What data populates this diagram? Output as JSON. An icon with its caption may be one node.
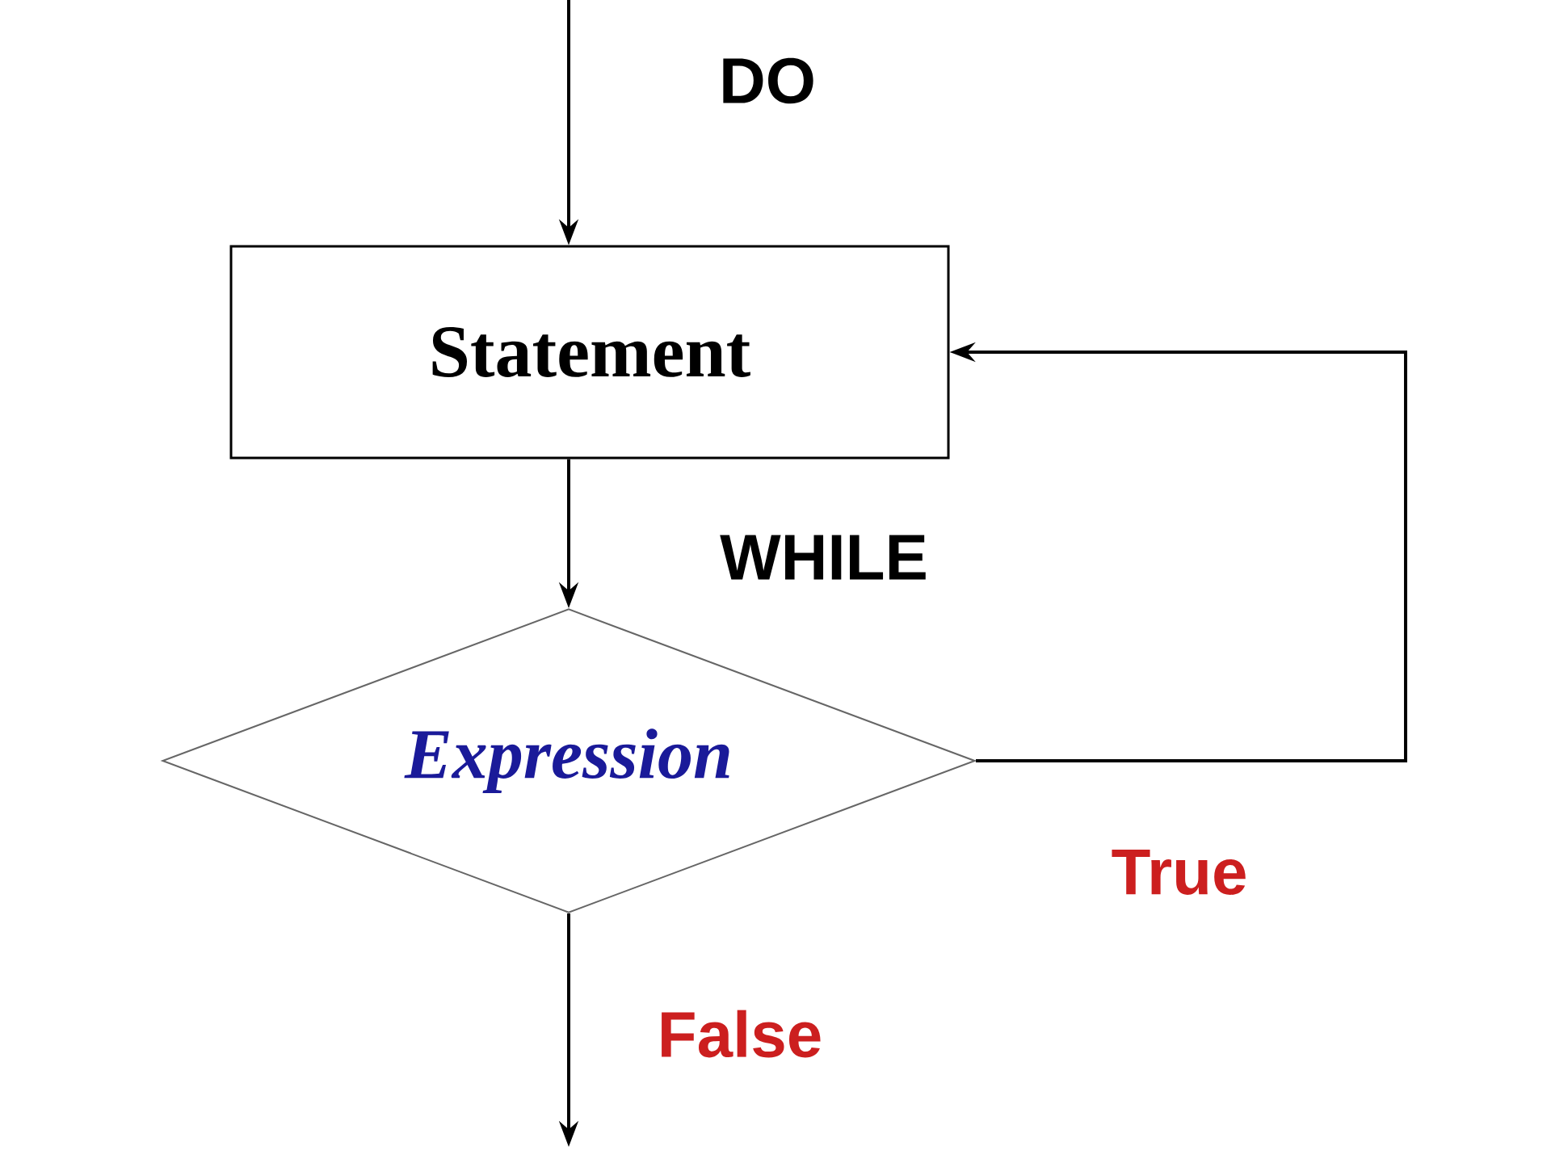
{
  "diagram": {
    "nodes": [
      {
        "text": [
          "Statement"
        ]
      },
      {
        "text": [
          "Expression"
        ]
      }
    ],
    "edges": [
      {
        "from": null,
        "to": 0,
        "arrow": "to",
        "label": "DO"
      },
      {
        "from": 0,
        "to": 1,
        "arrow": "to",
        "label": "WHILE"
      },
      {
        "from": 1,
        "to": 0,
        "arrow": "to",
        "label": "True"
      },
      {
        "from": 1,
        "to": null,
        "arrow": "to",
        "label": "False"
      }
    ]
  }
}
